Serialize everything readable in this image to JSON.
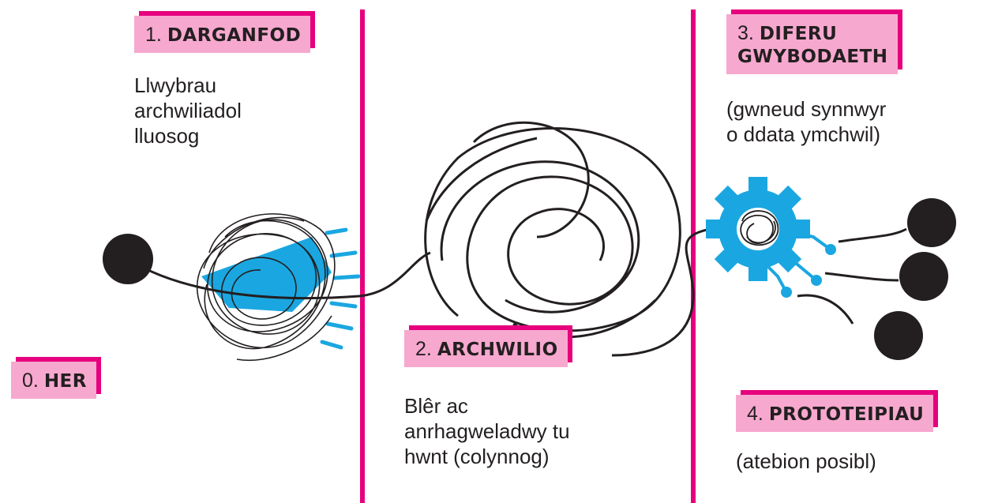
{
  "stages": {
    "her": {
      "number": "0.",
      "title": "HER"
    },
    "darganfod": {
      "number": "1.",
      "title": "DARGANFOD",
      "description": "Llwybrau\narchwiliadol\nlluosog"
    },
    "archwilio": {
      "number": "2.",
      "title": "ARCHWILIO",
      "description": "Blêr ac\nanrhagweladwy tu\nhwnt (colynnog)"
    },
    "diferu": {
      "number": "3.",
      "title_line1": "DIFERU",
      "title_line2": "GWYBODAETH",
      "description": "(gwneud synnwyr\no ddata ymchwil)"
    },
    "prototeipiau": {
      "number": "4.",
      "title": "PROTOTEIPIAU",
      "description": "(atebion posibl)"
    }
  },
  "colors": {
    "divider": "#e6007e",
    "label_fill": "#f7a8cf",
    "label_shadow": "#e6007e",
    "accent_blue": "#1aa7e1",
    "ink": "#231f20"
  },
  "icons": [
    "start-dot",
    "blue-triangle",
    "gear-icon",
    "prototype-dot"
  ]
}
